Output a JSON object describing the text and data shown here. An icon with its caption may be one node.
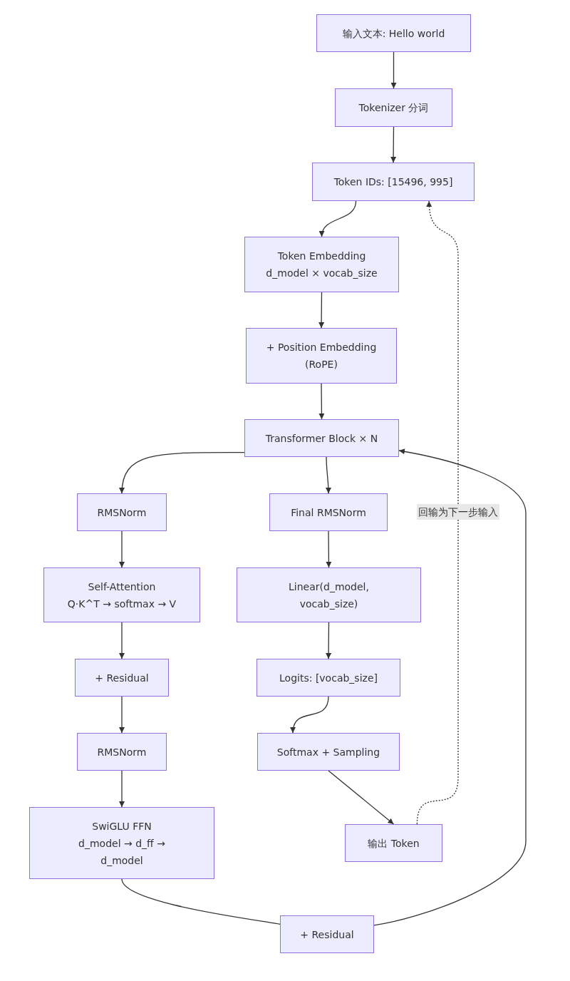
{
  "diagram": {
    "nodes": [
      {
        "text": [
          "输入文本: Hello world"
        ]
      },
      {
        "text": [
          "Tokenizer 分词"
        ]
      },
      {
        "text": [
          "Token IDs: [15496, 995]"
        ]
      },
      {
        "text": [
          "Token Embedding",
          "d_model × vocab_size"
        ]
      },
      {
        "text": [
          "+ Position Embedding (RoPE)"
        ]
      },
      {
        "text": [
          "Transformer Block × N"
        ]
      },
      {
        "text": [
          "RMSNorm"
        ]
      },
      {
        "text": [
          "Self-Attention",
          "Q·K^T → softmax → V"
        ]
      },
      {
        "text": [
          "+ Residual"
        ]
      },
      {
        "text": [
          "RMSNorm"
        ]
      },
      {
        "text": [
          "SwiGLU FFN",
          "d_model → d_ff → d_model"
        ]
      },
      {
        "text": [
          "+ Residual"
        ]
      },
      {
        "text": [
          "Final RMSNorm"
        ]
      },
      {
        "text": [
          "Linear(d_model, vocab_size)"
        ]
      },
      {
        "text": [
          "Logits: [vocab_size]"
        ]
      },
      {
        "text": [
          "Softmax + Sampling"
        ]
      },
      {
        "text": [
          "输出 Token"
        ]
      }
    ],
    "edges": [
      {
        "from": 0,
        "to": 1,
        "arrow": "to"
      },
      {
        "from": 1,
        "to": 2,
        "arrow": "to"
      },
      {
        "from": 2,
        "to": 3,
        "arrow": "to"
      },
      {
        "from": 3,
        "to": 4,
        "arrow": "to"
      },
      {
        "from": 4,
        "to": 5,
        "arrow": "to"
      },
      {
        "from": 5,
        "to": 6,
        "arrow": "to"
      },
      {
        "from": 6,
        "to": 7,
        "arrow": "to"
      },
      {
        "from": 7,
        "to": 8,
        "arrow": "to"
      },
      {
        "from": 8,
        "to": 9,
        "arrow": "to"
      },
      {
        "from": 9,
        "to": 10,
        "arrow": "to"
      },
      {
        "from": 10,
        "to": 11,
        "arrow": "to"
      },
      {
        "from": 11,
        "to": 5,
        "arrow": "to"
      },
      {
        "from": 5,
        "to": 12,
        "arrow": "to"
      },
      {
        "from": 12,
        "to": 13,
        "arrow": "to"
      },
      {
        "from": 13,
        "to": 14,
        "arrow": "to"
      },
      {
        "from": 14,
        "to": 15,
        "arrow": "to"
      },
      {
        "from": 15,
        "to": 16,
        "arrow": "to"
      },
      {
        "from": 16,
        "to": 2,
        "arrow": "to",
        "style": "dashed",
        "label": "回输为下一步输入"
      }
    ]
  }
}
